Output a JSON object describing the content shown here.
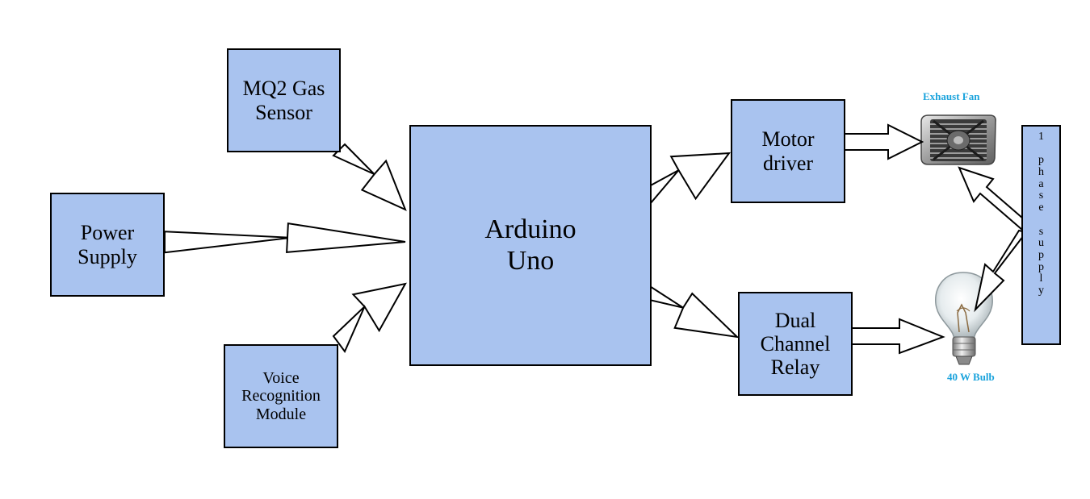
{
  "blocks": {
    "mq2": "MQ2 Gas\nSensor",
    "power": "Power\nSupply",
    "voice": "Voice\nRecognition\nModule",
    "arduino": "Arduino\nUno",
    "motor": "Motor\ndriver",
    "relay": "Dual\nChannel\nRelay"
  },
  "supply_label": "1 phase supply",
  "captions": {
    "fan": "Exhaust Fan",
    "bulb": "40 W Bulb"
  },
  "colors": {
    "block_fill": "#a9c3ef",
    "caption": "#1aa3dc"
  },
  "icons": {
    "fan": "exhaust-fan-icon",
    "bulb": "light-bulb-icon"
  }
}
